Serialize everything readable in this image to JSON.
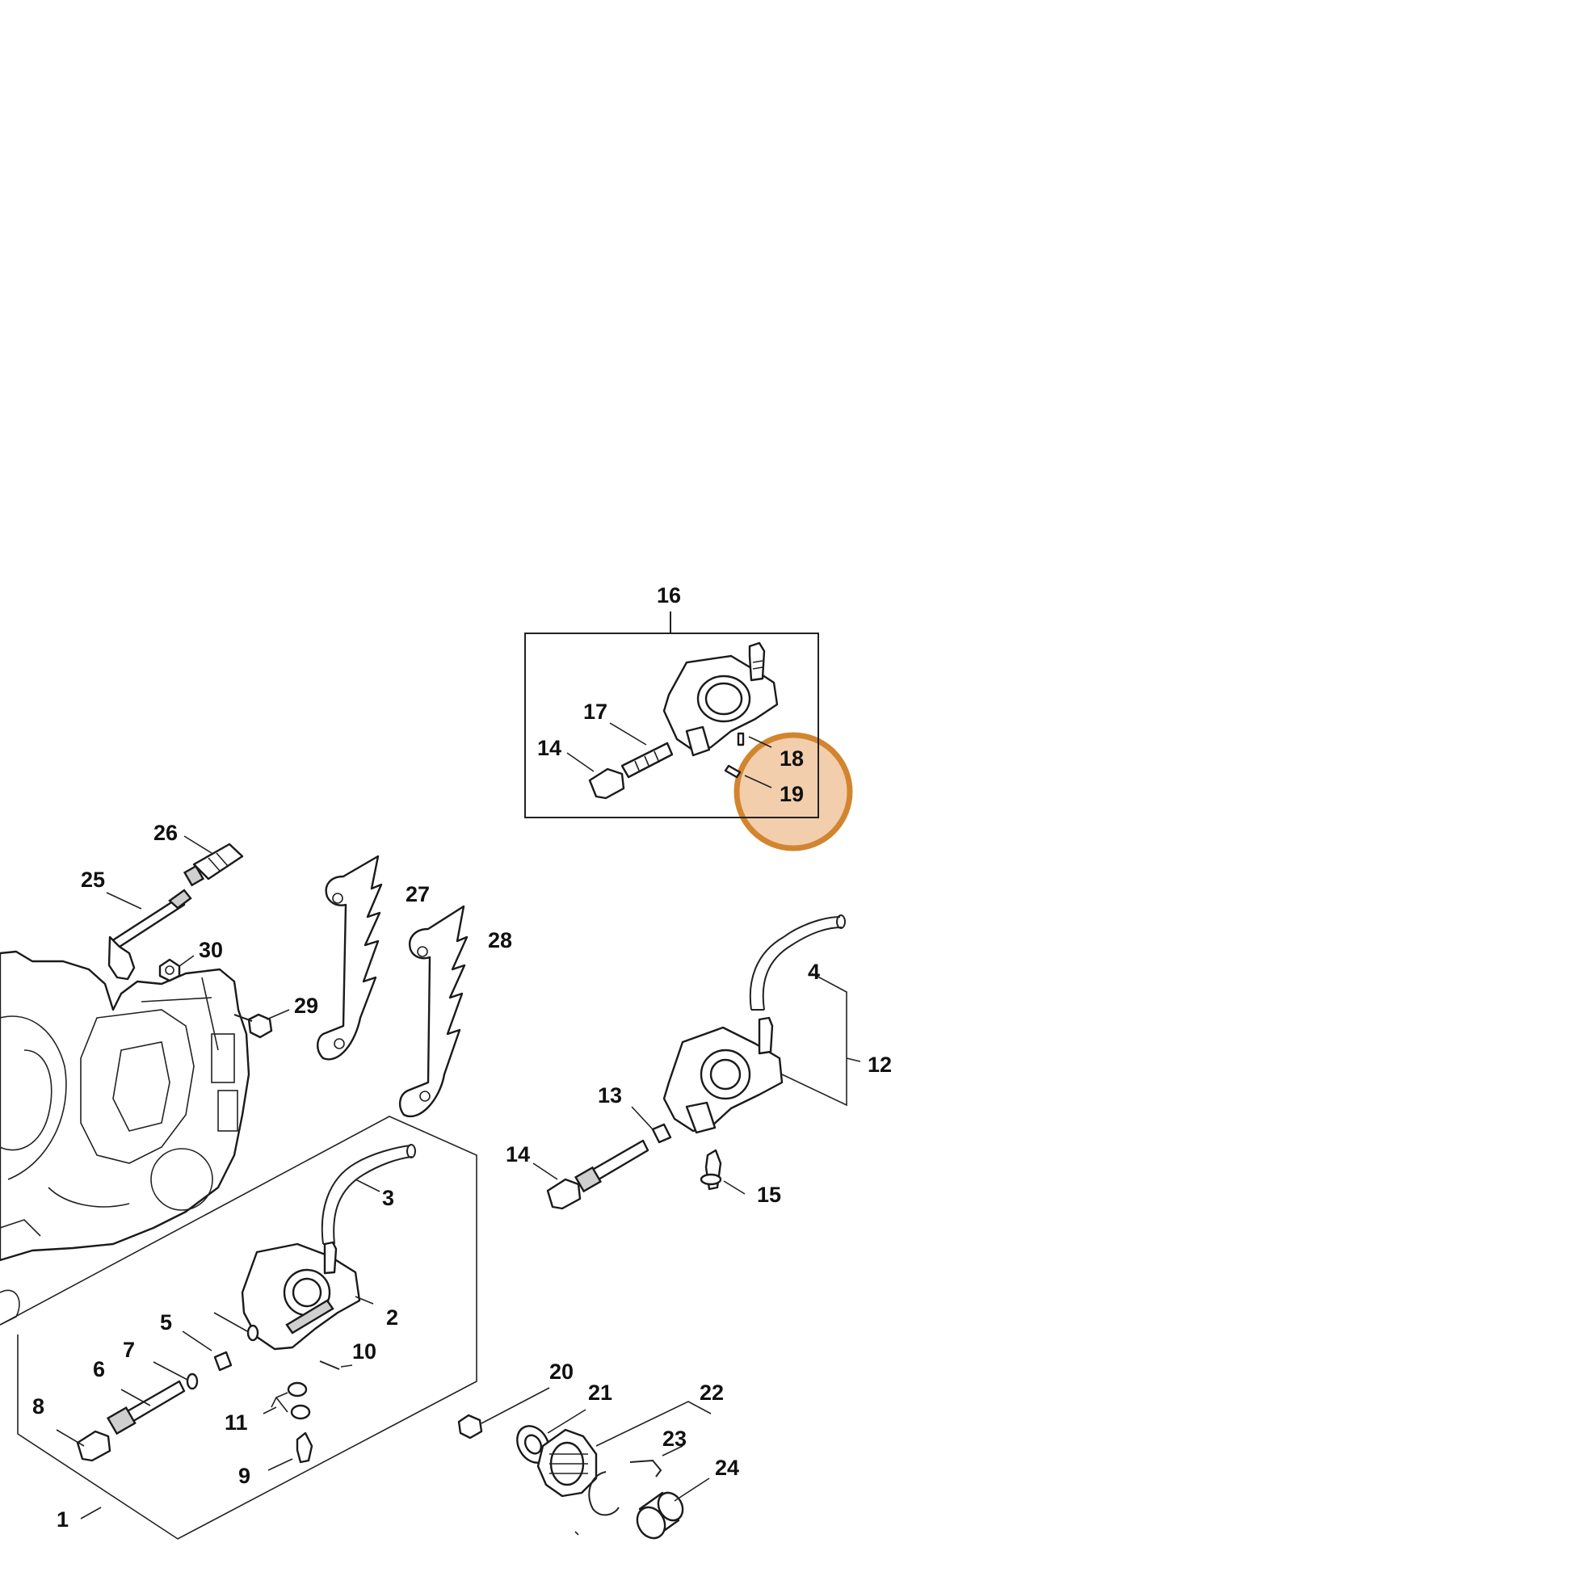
{
  "diagram": {
    "labels": {
      "l1": "1",
      "l2": "2",
      "l3": "3",
      "l4": "4",
      "l5": "5",
      "l6": "6",
      "l7": "7",
      "l8": "8",
      "l9": "9",
      "l10": "10",
      "l11": "11",
      "l12": "12",
      "l13": "13",
      "l14a": "14",
      "l14b": "14",
      "l15": "15",
      "l16": "16",
      "l17": "17",
      "l18": "18",
      "l19": "19",
      "l20": "20",
      "l21": "21",
      "l22": "22",
      "l23": "23",
      "l24": "24",
      "l25": "25",
      "l26": "26",
      "l27": "27",
      "l28": "28",
      "l29": "29",
      "l30": "30"
    },
    "highlight": {
      "color": "#d2852f",
      "fill": "#f1c9a4",
      "labels": [
        "18",
        "19"
      ]
    }
  }
}
